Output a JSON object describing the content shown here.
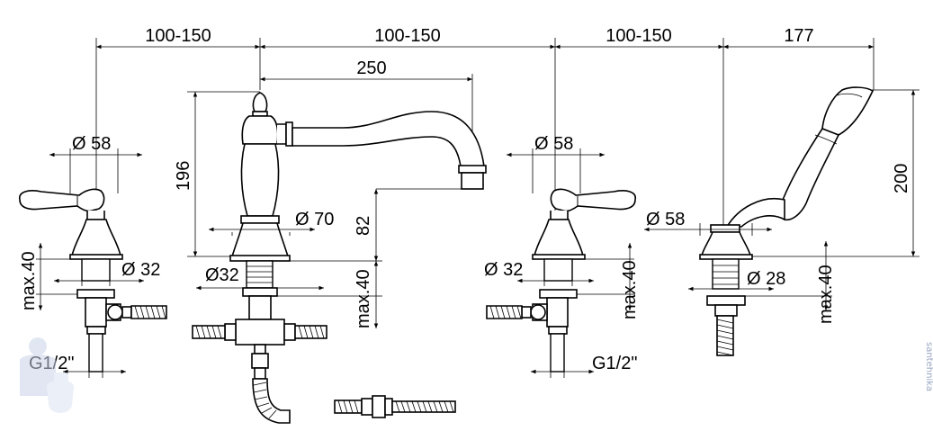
{
  "dimensions": {
    "span_left": "100-150",
    "span_center": "100-150",
    "span_right": "100-150",
    "span_shower": "177",
    "spout_reach": "250",
    "spout_height": "196",
    "spout_clearance": "82",
    "shower_height": "200",
    "dia_58_left": "Ø 58",
    "dia_58_right": "Ø 58",
    "dia_58_shower": "Ø 58",
    "dia_70": "Ø 70",
    "dia_32_left": "Ø 32",
    "dia_32_center": "Ø32",
    "dia_32_right": "Ø 32",
    "dia_28": "Ø 28",
    "max40_left": "max.40",
    "max40_center": "max.40",
    "max40_right": "max.40",
    "max40_shower": "max.40",
    "thread_left": "G1/2\"",
    "thread_right": "G1/2\""
  },
  "watermark": "santehnika"
}
